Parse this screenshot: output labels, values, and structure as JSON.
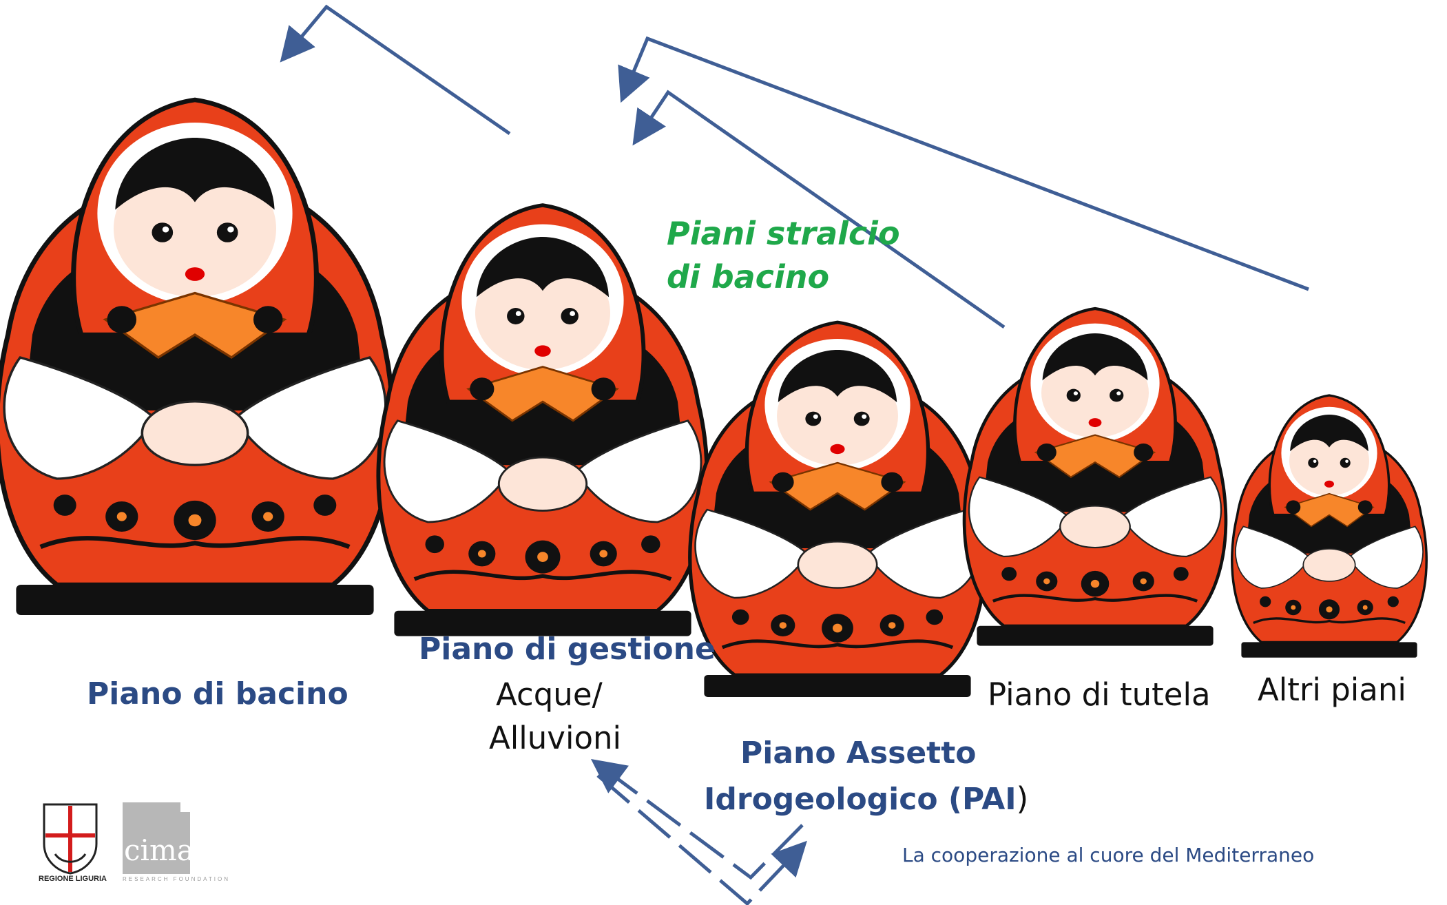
{
  "dolls": [
    {
      "label_lines": [
        "Piano di bacino"
      ],
      "style": "blue-bold"
    },
    {
      "label_lines": [
        "Piano di gestione",
        "Acque/",
        "Alluvioni"
      ],
      "style": "mixed"
    },
    {
      "label_lines": [
        "Piano Assetto",
        "Idrogeologico (PAI",
        ")"
      ],
      "style": "blue-bold"
    },
    {
      "label_lines": [
        "Piano di tutela"
      ],
      "style": "black"
    },
    {
      "label_lines": [
        "Altri piani"
      ],
      "style": "black"
    }
  ],
  "annotation": {
    "line1": "Piani stralcio",
    "line2": "di bacino",
    "color": "#1fa84a"
  },
  "tagline": "La cooperazione al cuore del Mediterraneo",
  "logos": {
    "region": "REGIONE LIGURIA",
    "cima_word": "cima",
    "cima_sub": "RESEARCH FOUNDATION"
  },
  "colors": {
    "arrow": "#3f5e95",
    "doll_red": "#e8401a",
    "doll_orange": "#f47b20",
    "label_blue": "#2b4a84"
  }
}
